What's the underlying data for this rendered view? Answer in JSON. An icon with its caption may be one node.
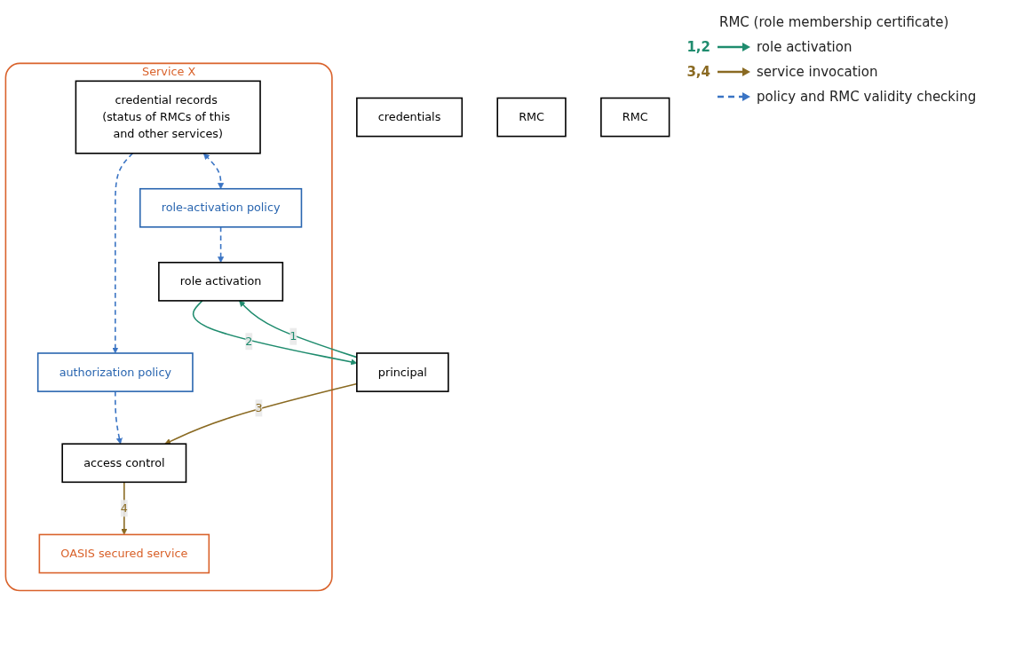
{
  "diagram": {
    "nodes": [
      {
        "text": [
          "Service X"
        ]
      },
      {
        "text": [
          "credential records (status of RMCs of this and other services)"
        ],
        "in": 0
      },
      {
        "text": [
          "OASIS secured service"
        ],
        "in": 0
      },
      {
        "text": [
          "role-activation policy"
        ],
        "in": 0
      },
      {
        "text": [
          "authorization policy"
        ],
        "in": 0
      },
      {
        "text": [
          "role activation"
        ],
        "in": 0
      },
      {
        "text": [
          "access control"
        ],
        "in": 0
      },
      {
        "text": [
          "credentials"
        ]
      },
      {
        "text": [
          "RMC"
        ]
      },
      {
        "text": [
          "RMC"
        ]
      },
      {
        "text": [
          "principal"
        ]
      }
    ],
    "edges": [
      {
        "from": 1,
        "to": 3,
        "arrow": "both",
        "style": "dashed",
        "color": "#3a74c4"
      },
      {
        "from": 1,
        "to": 4,
        "arrow": "to",
        "style": "dashed",
        "color": "#3a74c4"
      },
      {
        "from": 3,
        "to": 5,
        "arrow": "to",
        "style": "dashed",
        "color": "#3a74c4"
      },
      {
        "from": 4,
        "to": 6,
        "arrow": "to",
        "style": "dashed",
        "color": "#3a74c4"
      },
      {
        "from": 10,
        "to": 5,
        "arrow": "to",
        "label": "1",
        "color": "#1f8c6e"
      },
      {
        "from": 5,
        "to": 10,
        "arrow": "to",
        "label": "2",
        "color": "#1f8c6e"
      },
      {
        "from": 10,
        "to": 6,
        "arrow": "to",
        "label": "3",
        "color": "#8a6a22"
      },
      {
        "from": 6,
        "to": 2,
        "arrow": "to",
        "label": "4",
        "color": "#8a6a22"
      }
    ],
    "labels": [
      "RMC (role membership certificate)",
      "1,2",
      "3,4"
    ],
    "legend": [
      {
        "text": "role activation"
      },
      {
        "text": "service invocation"
      },
      {
        "text": "policy and RMC validity checking"
      }
    ]
  }
}
